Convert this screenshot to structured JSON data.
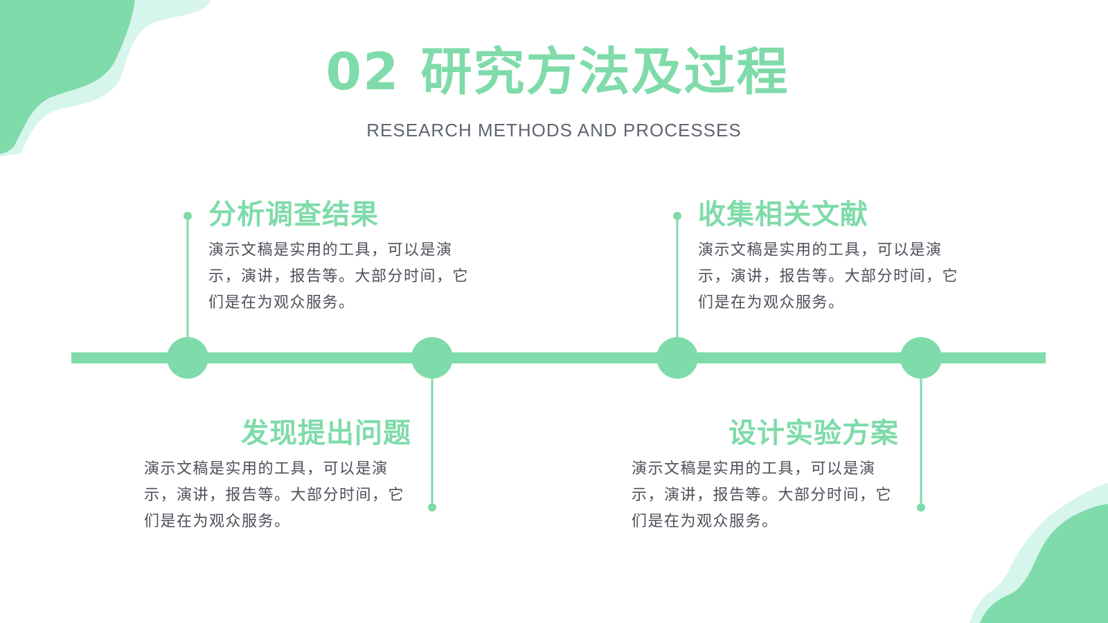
{
  "header": {
    "number": "02",
    "title": "研究方法及过程",
    "subtitle": "RESEARCH METHODS AND PROCESSES"
  },
  "steps": [
    {
      "title": "分析调查结果",
      "body": "演示文稿是实用的工具，可以是演示，演讲，报告等。大部分时间，它们是在为观众服务。"
    },
    {
      "title": "发现提出问题",
      "body": "演示文稿是实用的工具，可以是演示，演讲，报告等。大部分时间，它们是在为观众服务。"
    },
    {
      "title": "收集相关文献",
      "body": "演示文稿是实用的工具，可以是演示，演讲，报告等。大部分时间，它们是在为观众服务。"
    },
    {
      "title": "设计实验方案",
      "body": "演示文稿是实用的工具，可以是演示，演讲，报告等。大部分时间，它们是在为观众服务。"
    }
  ],
  "colors": {
    "accent": "#7fdba9",
    "accent_light": "#d6f5ec",
    "text": "#4b4f58",
    "subtitle": "#5f6470",
    "background": "#ffffff"
  }
}
